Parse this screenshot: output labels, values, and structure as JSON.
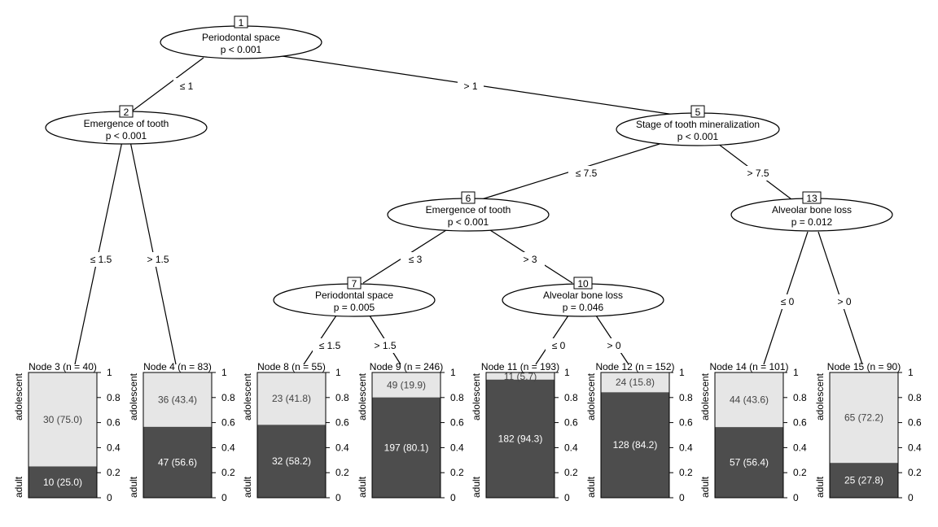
{
  "colors": {
    "adolescent": "#e6e6e6",
    "adult": "#4d4d4d",
    "line": "#000000"
  },
  "nodes": [
    {
      "id": "1",
      "var": "Periodontal space",
      "p": "p < 0.001"
    },
    {
      "id": "2",
      "var": "Emergence of tooth",
      "p": "p < 0.001"
    },
    {
      "id": "5",
      "var": "Stage of tooth mineralization",
      "p": "p < 0.001"
    },
    {
      "id": "6",
      "var": "Emergence of tooth",
      "p": "p < 0.001"
    },
    {
      "id": "7",
      "var": "Periodontal space",
      "p": "p = 0.005"
    },
    {
      "id": "10",
      "var": "Alveolar bone loss",
      "p": "p = 0.046"
    },
    {
      "id": "13",
      "var": "Alveolar bone loss",
      "p": "p = 0.012"
    }
  ],
  "edges": [
    {
      "label": "≤ 1"
    },
    {
      "label": "> 1"
    },
    {
      "label": "≤ 1.5"
    },
    {
      "label": "> 1.5"
    },
    {
      "label": "≤ 7.5"
    },
    {
      "label": "> 7.5"
    },
    {
      "label": "≤ 3"
    },
    {
      "label": "> 3"
    },
    {
      "label": "≤ 1.5"
    },
    {
      "label": "> 1.5"
    },
    {
      "label": "≤ 0"
    },
    {
      "label": "> 0"
    },
    {
      "label": "≤ 0"
    },
    {
      "label": "> 0"
    }
  ],
  "class_labels": {
    "top": "adolescent",
    "bottom": "adult"
  },
  "axis_ticks": [
    "1",
    "0.8",
    "0.6",
    "0.4",
    "0.2",
    "0"
  ],
  "terminals": [
    {
      "title": "Node 3 (n = 40)",
      "adolescent": 0.75,
      "adolescent_label": "30 (75.0)",
      "adult_label": "10 (25.0)"
    },
    {
      "title": "Node 4 (n = 83)",
      "adolescent": 0.434,
      "adolescent_label": "36 (43.4)",
      "adult_label": "47 (56.6)"
    },
    {
      "title": "Node 8 (n = 55)",
      "adolescent": 0.418,
      "adolescent_label": "23 (41.8)",
      "adult_label": "32 (58.2)"
    },
    {
      "title": "Node 9 (n = 246)",
      "adolescent": 0.199,
      "adolescent_label": "49 (19.9)",
      "adult_label": "197 (80.1)"
    },
    {
      "title": "Node 11 (n = 193)",
      "adolescent": 0.057,
      "adolescent_label": "11 (5.7)",
      "adult_label": "182 (94.3)"
    },
    {
      "title": "Node 12 (n = 152)",
      "adolescent": 0.158,
      "adolescent_label": "24 (15.8)",
      "adult_label": "128 (84.2)"
    },
    {
      "title": "Node 14 (n = 101)",
      "adolescent": 0.436,
      "adolescent_label": "44 (43.6)",
      "adult_label": "57 (56.4)"
    },
    {
      "title": "Node 15 (n = 90)",
      "adolescent": 0.722,
      "adolescent_label": "65 (72.2)",
      "adult_label": "25 (27.8)"
    }
  ]
}
